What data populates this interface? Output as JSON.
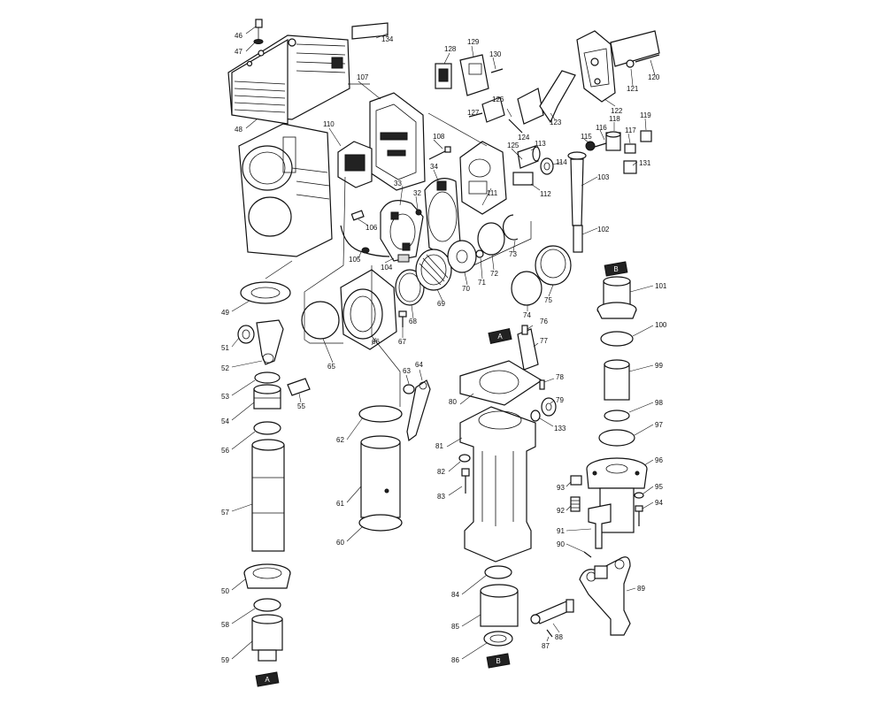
{
  "markers": {
    "a": "A",
    "b": "B"
  },
  "labels": [
    {
      "id": "46",
      "text": "46"
    },
    {
      "id": "47",
      "text": "47"
    },
    {
      "id": "48",
      "text": "48"
    },
    {
      "id": "134",
      "text": "134"
    },
    {
      "id": "107",
      "text": "107"
    },
    {
      "id": "110",
      "text": "110"
    },
    {
      "id": "108",
      "text": "108"
    },
    {
      "id": "33",
      "text": "33"
    },
    {
      "id": "32",
      "text": "32"
    },
    {
      "id": "34",
      "text": "34"
    },
    {
      "id": "128",
      "text": "128"
    },
    {
      "id": "129",
      "text": "129"
    },
    {
      "id": "130",
      "text": "130"
    },
    {
      "id": "127",
      "text": "127"
    },
    {
      "id": "126",
      "text": "126"
    },
    {
      "id": "124",
      "text": "124"
    },
    {
      "id": "125",
      "text": "125"
    },
    {
      "id": "123",
      "text": "123"
    },
    {
      "id": "122",
      "text": "122"
    },
    {
      "id": "121",
      "text": "121"
    },
    {
      "id": "120",
      "text": "120"
    },
    {
      "id": "113",
      "text": "113"
    },
    {
      "id": "114",
      "text": "114"
    },
    {
      "id": "115",
      "text": "115"
    },
    {
      "id": "116",
      "text": "116"
    },
    {
      "id": "118",
      "text": "118"
    },
    {
      "id": "117",
      "text": "117"
    },
    {
      "id": "119",
      "text": "119"
    },
    {
      "id": "131",
      "text": "131"
    },
    {
      "id": "103",
      "text": "103"
    },
    {
      "id": "102",
      "text": "102"
    },
    {
      "id": "111",
      "text": "111"
    },
    {
      "id": "112",
      "text": "112"
    },
    {
      "id": "106",
      "text": "106"
    },
    {
      "id": "105",
      "text": "105"
    },
    {
      "id": "104",
      "text": "104"
    },
    {
      "id": "73",
      "text": "73"
    },
    {
      "id": "72",
      "text": "72"
    },
    {
      "id": "71",
      "text": "71"
    },
    {
      "id": "70",
      "text": "70"
    },
    {
      "id": "69",
      "text": "69"
    },
    {
      "id": "68",
      "text": "68"
    },
    {
      "id": "67",
      "text": "67"
    },
    {
      "id": "66",
      "text": "66"
    },
    {
      "id": "65",
      "text": "65"
    },
    {
      "id": "75",
      "text": "75"
    },
    {
      "id": "74",
      "text": "74"
    },
    {
      "id": "101",
      "text": "101"
    },
    {
      "id": "100",
      "text": "100"
    },
    {
      "id": "99",
      "text": "99"
    },
    {
      "id": "98",
      "text": "98"
    },
    {
      "id": "97",
      "text": "97"
    },
    {
      "id": "96",
      "text": "96"
    },
    {
      "id": "95",
      "text": "95"
    },
    {
      "id": "94",
      "text": "94"
    },
    {
      "id": "93",
      "text": "93"
    },
    {
      "id": "92",
      "text": "92"
    },
    {
      "id": "91",
      "text": "91"
    },
    {
      "id": "90",
      "text": "90"
    },
    {
      "id": "89",
      "text": "89"
    },
    {
      "id": "88",
      "text": "88"
    },
    {
      "id": "87",
      "text": "87"
    },
    {
      "id": "49",
      "text": "49"
    },
    {
      "id": "51",
      "text": "51"
    },
    {
      "id": "52",
      "text": "52"
    },
    {
      "id": "53",
      "text": "53"
    },
    {
      "id": "55",
      "text": "55"
    },
    {
      "id": "54",
      "text": "54"
    },
    {
      "id": "56",
      "text": "56"
    },
    {
      "id": "57",
      "text": "57"
    },
    {
      "id": "50",
      "text": "50"
    },
    {
      "id": "58",
      "text": "58"
    },
    {
      "id": "59",
      "text": "59"
    },
    {
      "id": "62",
      "text": "62"
    },
    {
      "id": "61",
      "text": "61"
    },
    {
      "id": "60",
      "text": "60"
    },
    {
      "id": "63",
      "text": "63"
    },
    {
      "id": "64",
      "text": "64"
    },
    {
      "id": "76",
      "text": "76"
    },
    {
      "id": "77",
      "text": "77"
    },
    {
      "id": "78",
      "text": "78"
    },
    {
      "id": "80",
      "text": "80"
    },
    {
      "id": "79",
      "text": "79"
    },
    {
      "id": "133",
      "text": "133"
    },
    {
      "id": "81",
      "text": "81"
    },
    {
      "id": "82",
      "text": "82"
    },
    {
      "id": "83",
      "text": "83"
    },
    {
      "id": "84",
      "text": "84"
    },
    {
      "id": "85",
      "text": "85"
    },
    {
      "id": "86",
      "text": "86"
    }
  ]
}
